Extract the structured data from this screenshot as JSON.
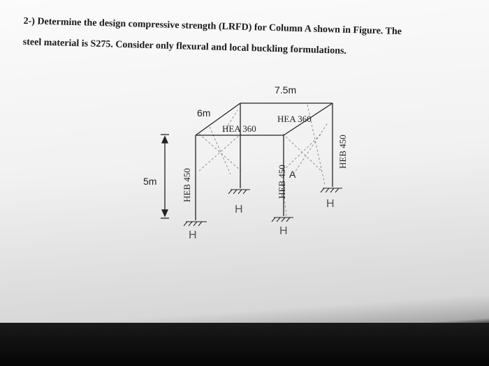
{
  "question": {
    "line1": "2-) Determine the design compressive strength (LRFD) for Column A shown in Figure. The",
    "line2": "steel material is S275. Consider only flexural and local buckling formulations."
  },
  "figure": {
    "dim_top": "7.5m",
    "dim_depth": "6m",
    "dim_height": "5m",
    "beam_front": "HEA 360",
    "beam_right": "HEA 360",
    "col_front_left": "HEB 450",
    "col_front_right": "HEB 450",
    "col_back_right": "HEB 450",
    "column_label": "A",
    "support_symbol": "H"
  }
}
